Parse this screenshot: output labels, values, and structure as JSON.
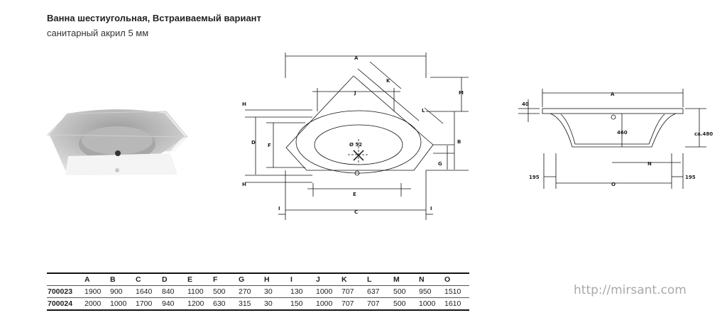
{
  "header": {
    "title": "Ванна шестиугольная, Встраиваемый вариант",
    "subtitle": "санитарный акрил 5 мм"
  },
  "drawing": {
    "dim_labels": [
      "A",
      "J",
      "K",
      "L",
      "M",
      "H",
      "D",
      "F",
      "B",
      "G",
      "H",
      "E",
      "C",
      "I",
      "I"
    ],
    "drain_label": "Ø 52",
    "side_labels": [
      "A",
      "40",
      "460",
      "ca.480",
      "N",
      "195",
      "O",
      "195"
    ]
  },
  "table": {
    "columns": [
      "",
      "A",
      "B",
      "C",
      "D",
      "E",
      "F",
      "G",
      "H",
      "I",
      "J",
      "K",
      "L",
      "M",
      "N",
      "O"
    ],
    "rows": [
      [
        "700023",
        "1900",
        "900",
        "1640",
        "840",
        "1100",
        "500",
        "270",
        "30",
        "130",
        "1000",
        "707",
        "637",
        "500",
        "950",
        "1510"
      ],
      [
        "700024",
        "2000",
        "1000",
        "1700",
        "940",
        "1200",
        "630",
        "315",
        "30",
        "150",
        "1000",
        "707",
        "707",
        "500",
        "1000",
        "1610"
      ]
    ]
  },
  "watermark": "http://mirsant.com"
}
